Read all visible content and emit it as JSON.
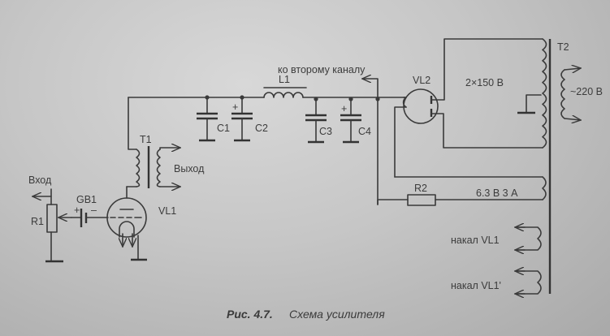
{
  "figure": {
    "caption_number": "Рис. 4.7.",
    "caption_text": "Схема усилителя"
  },
  "components": {
    "R1": "R1",
    "R2": "R2",
    "GB1": "GB1",
    "VL1": "VL1",
    "VL2": "VL2",
    "T1": "T1",
    "T2": "T2",
    "L1": "L1",
    "C1": "C1",
    "C2": "C2",
    "C3": "C3",
    "C4": "C4"
  },
  "labels": {
    "input": "Вход",
    "output": "Выход",
    "to_second_channel": "ко второму каналу",
    "secondary_hv": "2×150 В",
    "mains": "~220 В",
    "filament_winding": "6.3 В  3 А",
    "heater_vl1": "накал VL1",
    "heater_vl1_prime": "накал VL1'",
    "plus": "+",
    "minus": "–"
  }
}
